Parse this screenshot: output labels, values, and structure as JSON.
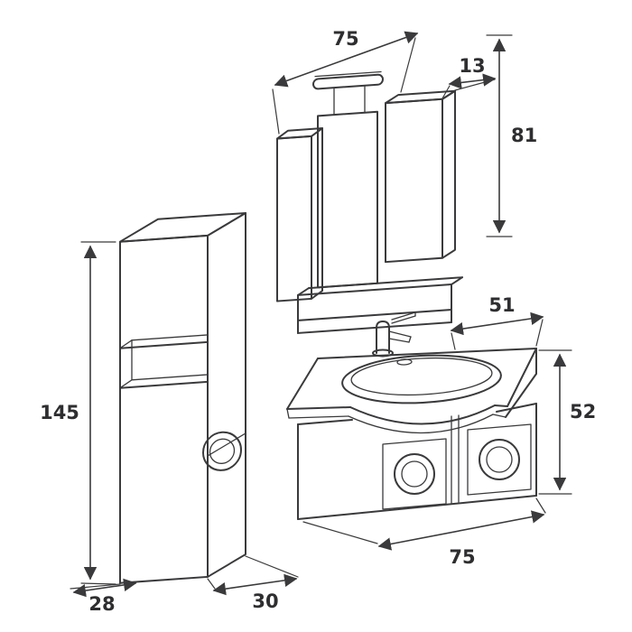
{
  "colors": {
    "ink": "#3a3a3c"
  },
  "dims": {
    "mirror_width": "75",
    "mirror_side_depth": "13",
    "mirror_height": "81",
    "column_height": "145",
    "column_depth": "28",
    "column_width": "30",
    "basin_depth": "51",
    "basin_height": "52",
    "basin_width": "75"
  }
}
